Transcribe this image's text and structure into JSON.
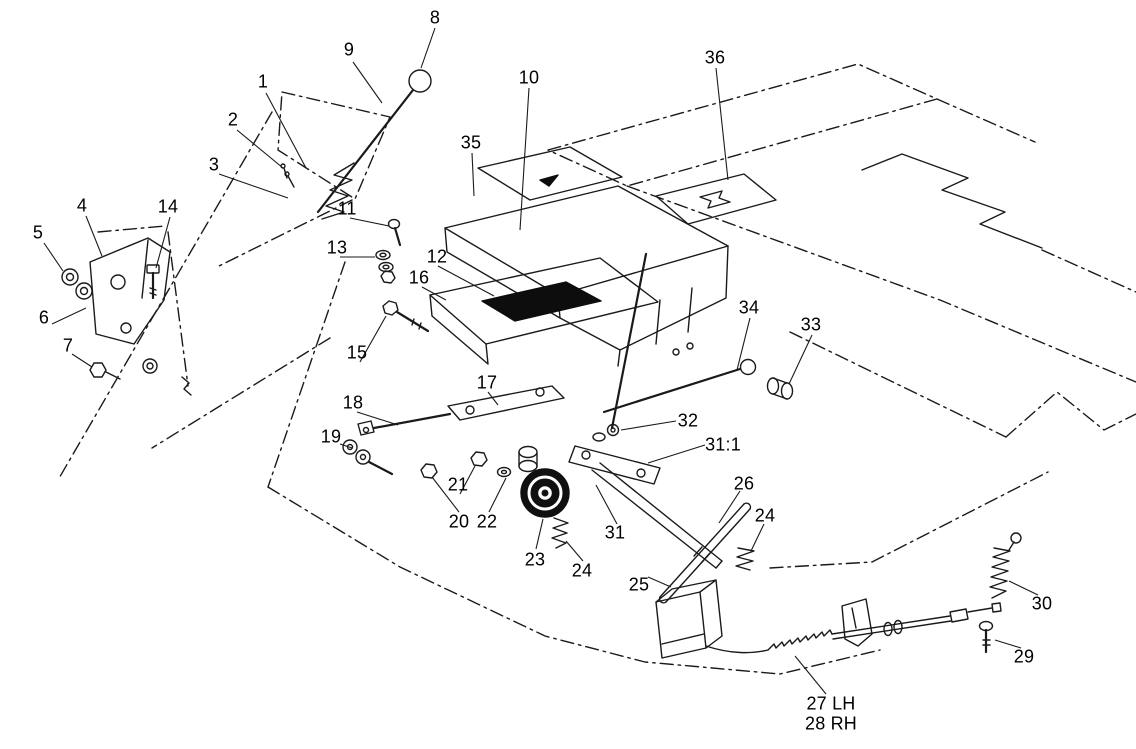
{
  "figure": {
    "line_color": "#1a1a1a",
    "background": "#ffffff"
  },
  "callouts": {
    "c1": "1",
    "c2": "2",
    "c3": "3",
    "c4": "4",
    "c5": "5",
    "c6": "6",
    "c7": "7",
    "c8": "8",
    "c9": "9",
    "c10": "10",
    "c11": "11",
    "c12": "12",
    "c13": "13",
    "c14": "14",
    "c15": "15",
    "c16": "16",
    "c17": "17",
    "c18": "18",
    "c19": "19",
    "c20": "20",
    "c21": "21",
    "c22": "22",
    "c23": "23",
    "c24a": "24",
    "c24b": "24",
    "c25": "25",
    "c26": "26",
    "c27": "27 LH",
    "c28": "28 RH",
    "c29": "29",
    "c30": "30",
    "c31": "31",
    "c31_1": "31:1",
    "c32": "32",
    "c33": "33",
    "c34": "34",
    "c35": "35",
    "c36": "36"
  }
}
